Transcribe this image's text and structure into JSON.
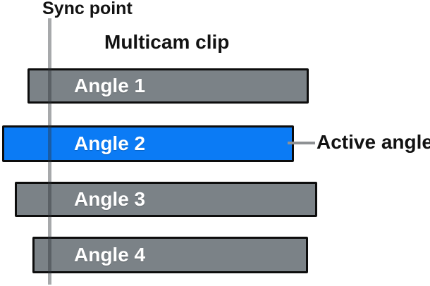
{
  "diagram": {
    "sync_point_label": "Sync point",
    "multicam_clip_label": "Multicam clip",
    "active_angle_label": "Active angle",
    "angles": [
      {
        "label": "Angle 1",
        "state": "inactive"
      },
      {
        "label": "Angle 2",
        "state": "active"
      },
      {
        "label": "Angle 3",
        "state": "inactive"
      },
      {
        "label": "Angle 4",
        "state": "inactive"
      }
    ],
    "colors": {
      "active_fill": "#0b7bf5",
      "inactive_fill": "#7b8287",
      "bar_border": "#0d0d0d",
      "sync_line": "rgba(45,50,55,0.42)",
      "pointer_line": "#8e9194",
      "bar_label_text": "#ffffff",
      "caption_text": "#121212",
      "background": "#ffffff"
    }
  }
}
